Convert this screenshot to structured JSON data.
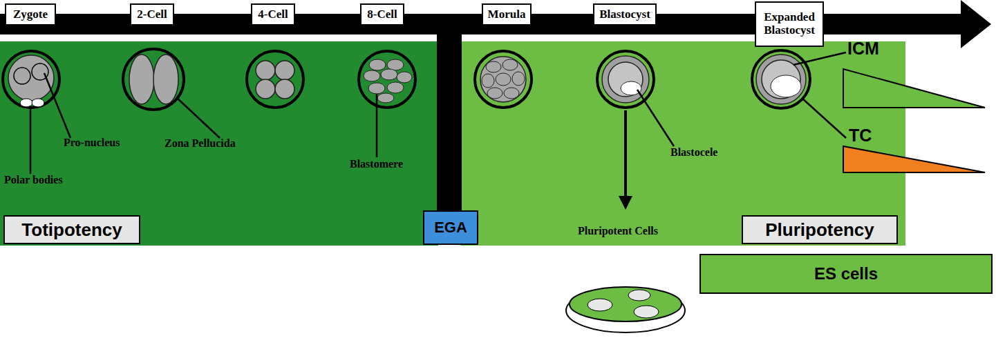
{
  "diagram": {
    "nodes": [
      {
        "text": [
          "Zygote"
        ]
      },
      {
        "text": [
          "2-Cell"
        ]
      },
      {
        "text": [
          "4-Cell"
        ]
      },
      {
        "text": [
          "8-Cell"
        ]
      },
      {
        "text": [
          "Morula"
        ]
      },
      {
        "text": [
          "Blastocyst"
        ]
      },
      {
        "text": [
          "Expanded Blastocyst"
        ]
      },
      {
        "text": [
          "Totipotency"
        ]
      },
      {
        "text": [
          "EGA"
        ]
      },
      {
        "text": [
          "Pluripotency"
        ]
      },
      {
        "text": [
          "ES cells"
        ]
      }
    ],
    "labels": [
      "Pro-nucleus",
      "Polar bodies",
      "Zona Pellucida",
      "Blastomere",
      "Blastocele",
      "Pluripotent Cells",
      "ICM",
      "TC"
    ]
  }
}
